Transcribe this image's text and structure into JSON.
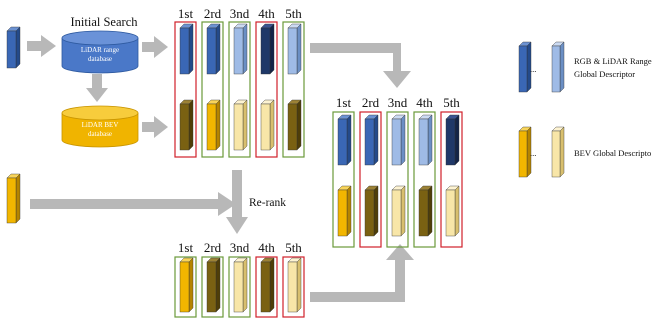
{
  "labels": {
    "initial_search": "Initial Search",
    "lidar_range_db": [
      "LiDAR range",
      "database"
    ],
    "lidar_bev_db": [
      "LiDAR BEV",
      "database"
    ],
    "rerank": "Re-rank"
  },
  "top_results": {
    "ranks": [
      "1st",
      "2rd",
      "3nd",
      "4th",
      "5th"
    ],
    "frames": [
      "red",
      "green",
      "green",
      "red",
      "green"
    ],
    "range_shades": [
      "blue",
      "blue",
      "lightblue",
      "navy",
      "lightblue"
    ],
    "bev_shades": [
      "dark",
      "gold",
      "light",
      "light",
      "dark"
    ]
  },
  "reranked_results": {
    "ranks": [
      "1st",
      "2rd",
      "3nd",
      "4th",
      "5th"
    ],
    "frames": [
      "green",
      "red",
      "green",
      "green",
      "red"
    ],
    "range_shades": [
      "blue",
      "blue",
      "lightblue",
      "lightblue",
      "navy"
    ],
    "bev_shades": [
      "gold",
      "dark",
      "light",
      "dark",
      "light"
    ]
  },
  "bev_results": {
    "ranks": [
      "1st",
      "2rd",
      "3nd",
      "4th",
      "5th"
    ],
    "frames": [
      "green",
      "green",
      "green",
      "red",
      "red"
    ],
    "bev_shades": [
      "gold",
      "dark",
      "light",
      "dark",
      "light"
    ]
  },
  "legend": [
    {
      "label_lines": [
        "RGB & LiDAR Range",
        "Global Descriptor"
      ],
      "shades": [
        "blue",
        "lightblue"
      ],
      "ellipsis": "..."
    },
    {
      "label_lines": [
        "BEV Global Descripto"
      ],
      "shades": [
        "gold",
        "light"
      ],
      "ellipsis": "..."
    }
  ],
  "colors": {
    "frame_red": "#d0202a",
    "frame_green": "#6a9a3a",
    "arrow": "#b8b8b8",
    "db_blue": "#4a78c8",
    "db_gold": "#f0b400",
    "shades": {
      "navy": {
        "front": "#1f3868",
        "side": "#132447",
        "top": "#3b5490"
      },
      "blue": {
        "front": "#3a67b5",
        "side": "#244a8a",
        "top": "#6c92d2"
      },
      "lightblue": {
        "front": "#9fbbe6",
        "side": "#6b8fc4",
        "top": "#cbdaf2"
      },
      "gold": {
        "front": "#f2b600",
        "side": "#b58400",
        "top": "#f8d45a"
      },
      "light": {
        "front": "#f8e6a8",
        "side": "#d8bf6e",
        "top": "#fdf3d2"
      },
      "dark": {
        "front": "#7a6112",
        "side": "#4f3e08",
        "top": "#9c8236"
      }
    }
  }
}
